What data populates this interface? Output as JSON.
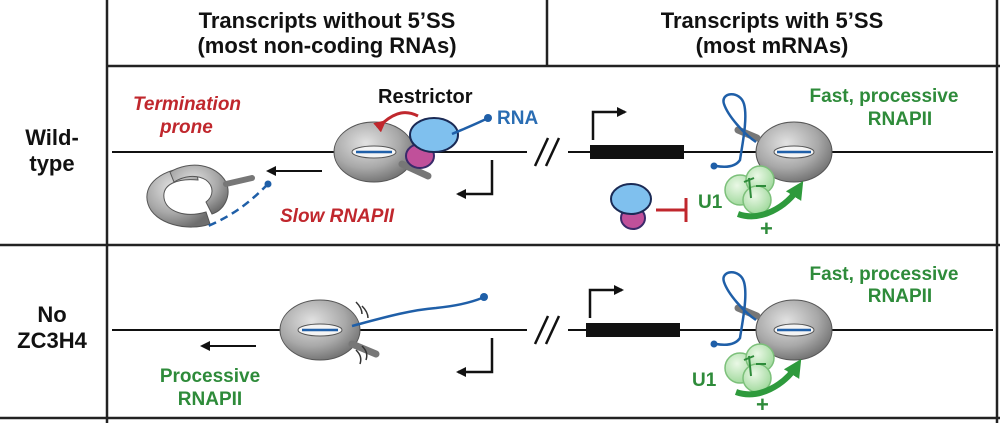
{
  "headers": {
    "left_line1": "Transcripts without 5’SS",
    "left_line2": "(most non-coding RNAs)",
    "right_line1": "Transcripts with 5’SS",
    "right_line2": "(most mRNAs)"
  },
  "rows": {
    "wildtype_line1": "Wild-",
    "wildtype_line2": "type",
    "mutant_line1": "No",
    "mutant_line2": "ZC3H4"
  },
  "labels": {
    "termination_line1": "Termination",
    "termination_line2": "prone",
    "restrictor": "Restrictor",
    "rna": "RNA",
    "slow_rnapii": "Slow RNAPII",
    "fast_line1_top": "Fast, processive",
    "fast_line2_top": "RNAPII",
    "u1_top": "U1",
    "plus_top": "+",
    "processive_line1": "Processive",
    "processive_line2": "RNAPII",
    "fast_line1_bottom": "Fast, processive",
    "fast_line2_bottom": "RNAPII",
    "u1_bottom": "U1",
    "plus_bottom": "+"
  },
  "colors": {
    "red_text": "#c0272d",
    "green_text": "#2e8b3a",
    "blue_text": "#2a6db3",
    "rna_blue": "#1f5fa8",
    "restrictor_blue": "#7fc0ee",
    "restrictor_pink": "#c0509a",
    "u1_green": "#b8e6b3",
    "polymerase_gray": "#9a9a9a"
  }
}
